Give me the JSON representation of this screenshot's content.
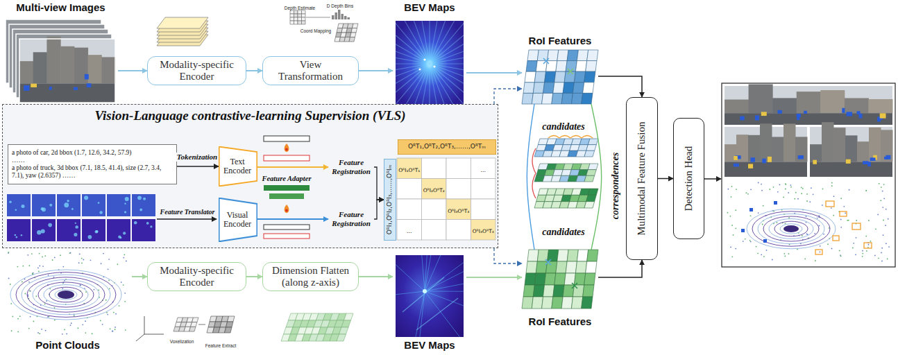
{
  "diagram": {
    "nodes": [
      {
        "text": [
          "Multi-view Images"
        ]
      },
      {
        "text": [
          "Modality-specific Encoder"
        ]
      },
      {
        "text": [
          "View Transformation"
        ]
      },
      {
        "text": [
          "BEV Maps"
        ]
      },
      {
        "text": [
          "RoI Features"
        ]
      },
      {
        "text": [
          "Vision-Language contrastive-learning Supervision (VLS)"
        ]
      },
      {
        "text": [
          "a photo of car, 2d bbox (1.7, 12.6, 34.2, 57.9)",
          "……",
          "a photo of truck, 3d bbox (7.1, 18.5, 41.4), size (2.7, 3.4, 7.1), yaw (2.6357) ……"
        ],
        "in": 5
      },
      {
        "text": [
          "Text Encoder"
        ],
        "in": 5
      },
      {
        "text": [
          "Visual Encoder"
        ],
        "in": 5
      },
      {
        "text": [
          "Feature Registration"
        ],
        "in": 5
      },
      {
        "text": [
          "Feature Registration"
        ],
        "in": 5
      },
      {
        "text": [
          "OᴿT₁,OᴿT₂,OᴿT₃,……,OᴿTₘ"
        ],
        "in": 5
      },
      {
        "text": [
          "OᴿI₁,OᴿI₂,OᴿI₃,……,OᴿIₘ"
        ],
        "in": 5
      },
      {
        "text": [
          "Multimodal Feature Fusion"
        ]
      },
      {
        "text": [
          "Detection Head"
        ]
      },
      {
        "text": [
          "Point Clouds"
        ]
      },
      {
        "text": [
          "Modality-specific Encoder"
        ]
      },
      {
        "text": [
          "Dimension Flatten (along z-axis)"
        ]
      },
      {
        "text": [
          "BEV Maps"
        ]
      },
      {
        "text": [
          "RoI Features"
        ]
      }
    ],
    "edges": [
      {
        "from": 0,
        "to": 1,
        "arrow": "to"
      },
      {
        "from": 1,
        "to": 2,
        "arrow": "to"
      },
      {
        "from": 2,
        "to": 3,
        "arrow": "to"
      },
      {
        "from": 3,
        "to": 4,
        "arrow": "to"
      },
      {
        "from": 5,
        "to": 4,
        "arrow": "to"
      },
      {
        "from": 6,
        "to": 7,
        "label": "Tokenization",
        "arrow": "to"
      },
      {
        "from": 7,
        "to": 9,
        "arrow": "to"
      },
      {
        "from": 8,
        "to": 10,
        "arrow": "to"
      },
      {
        "from": 9,
        "to": 12,
        "arrow": "to"
      },
      {
        "from": 10,
        "to": 12,
        "arrow": "to"
      },
      {
        "from": 4,
        "to": 19,
        "arrow": "none"
      },
      {
        "from": 4,
        "to": 19,
        "label": "correspondences",
        "arrow": "none"
      },
      {
        "from": 4,
        "to": 13,
        "arrow": "to"
      },
      {
        "from": 19,
        "to": 13,
        "arrow": "to"
      },
      {
        "from": 13,
        "to": 14,
        "arrow": "to"
      },
      {
        "from": 15,
        "to": 16,
        "arrow": "to"
      },
      {
        "from": 16,
        "to": 17,
        "arrow": "to"
      },
      {
        "from": 17,
        "to": 18,
        "arrow": "to"
      },
      {
        "from": 18,
        "to": 19,
        "arrow": "to"
      },
      {
        "from": 5,
        "to": 19,
        "arrow": "to"
      }
    ],
    "labels": [
      "Depth Estimate",
      "D Depth Bins",
      "Coord Mapping",
      "Feature Translator",
      "Feature Adapter",
      "OᴿI₁OᴿT₁",
      "…",
      "OᴿI₂OᴿT₂",
      "OᴿI₃OᴿT₃",
      "…",
      "OᴿI₄OᴿT₄",
      "candidates",
      "candidates",
      "Voxelization",
      "Feature Extract"
    ]
  }
}
